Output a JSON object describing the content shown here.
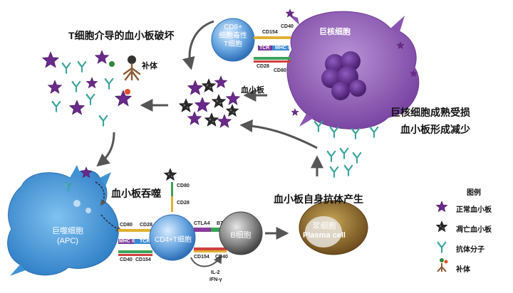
{
  "headings": {
    "t_cell_destruction": "T细胞介导的血小板破坏",
    "megakaryocyte_damage_line1": "巨核细胞成熟受损",
    "megakaryocyte_damage_line2": "血小板形成减少",
    "platelet_phagocytosis": "血小板吞噬",
    "autoantibody_production": "血小板自身抗体产生"
  },
  "labels": {
    "complement": "补体",
    "platelets": "血小板",
    "megakaryocyte": "巨核细胞",
    "cd8_line1": "CD8+",
    "cd8_line2": "细胞毒性",
    "cd8_line3": "T细胞",
    "macrophage_line1": "巨噬细胞",
    "macrophage_line2": "(APC)",
    "cd4": "CD4+T细胞",
    "bcell": "B细胞",
    "plasma_line1": "浆细胞",
    "plasma_line2": "Plasma cell"
  },
  "molecules": {
    "cd154_top": "CD154",
    "cd40_top": "CD40",
    "tcr_top": "TCR",
    "mhc1_top": "MHC I",
    "cd28_top": "CD28",
    "cd80_top": "CD80",
    "cd80_upper": "CD80",
    "cd28_upper": "CD28",
    "cd80_left": "CD80",
    "cd28_left": "CD28",
    "mhc2": "MHC II",
    "tcr_left": "TCR",
    "cd40_left": "CD40",
    "cd154_left": "CD154",
    "ctla4": "CTLA4",
    "b7": "B7",
    "cd154_right": "CD154",
    "cd40_right": "CD40",
    "il2": "IL-2",
    "ifn": "IFN-γ"
  },
  "legend": {
    "title": "图例",
    "items": [
      {
        "label": "正常血小板",
        "icon": "normal-platelet-icon"
      },
      {
        "label": "凋亡血小板",
        "icon": "apoptotic-platelet-icon"
      },
      {
        "label": "抗体分子",
        "icon": "antibody-icon"
      },
      {
        "label": "补体",
        "icon": "complement-icon"
      }
    ]
  },
  "colors": {
    "platelet": "#6a2a8a",
    "apoptotic": "#2a2a2a",
    "antibody": "#3aa39a",
    "megakaryocyte": "#8a55b0",
    "macrophage": "#3f93d3",
    "tcell": "#4a84c8",
    "bcell": "#555555",
    "plasma": "#7a5a22",
    "complement": "#8a5a35"
  }
}
